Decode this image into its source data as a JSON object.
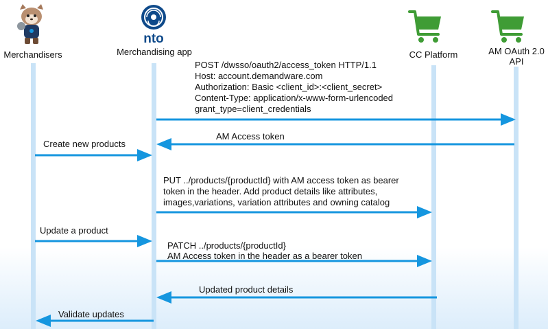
{
  "colors": {
    "lifeline": "#c9e3f7",
    "arrow": "#1596df",
    "cart": "#3f9c35",
    "nto_blue": "#0f4a8a",
    "fade": "#e9f4fd"
  },
  "participants": [
    {
      "id": "merchandisers",
      "label": "Merchandisers",
      "icon": "astro-mascot-icon"
    },
    {
      "id": "app",
      "label": "Merchandising app",
      "logo_text": "nto",
      "icon": "nto-logo-icon"
    },
    {
      "id": "cc",
      "label": "CC Platform",
      "icon": "shopping-cart-icon"
    },
    {
      "id": "am",
      "label_lines": [
        "AM OAuth 2.0",
        "API"
      ],
      "icon": "shopping-cart-icon"
    }
  ],
  "messages": [
    {
      "id": "token-request",
      "from": "app",
      "to": "am",
      "lines": [
        "POST /dwsso/oauth2/access_token HTTP/1.1",
        "Host: account.demandware.com",
        "Authorization: Basic <client_id>:<client_secret>",
        "Content-Type: application/x-www-form-urlencoded",
        "grant_type=client_credentials"
      ]
    },
    {
      "id": "token-response",
      "from": "am",
      "to": "app",
      "lines": [
        "AM Access token"
      ]
    },
    {
      "id": "create-products",
      "from": "merchandisers",
      "to": "app",
      "lines": [
        "Create new products"
      ]
    },
    {
      "id": "put-product",
      "from": "app",
      "to": "cc",
      "lines": [
        "PUT ../products/{productId} with AM access token as bearer",
        "token in the header. Add product details like attributes,",
        "images,variations, variation attributes and owning catalog"
      ]
    },
    {
      "id": "update-product",
      "from": "merchandisers",
      "to": "app",
      "lines": [
        "Update a product"
      ]
    },
    {
      "id": "patch-product",
      "from": "app",
      "to": "cc",
      "lines": [
        "PATCH ../products/{productId}",
        "AM Access token in the header as a bearer token"
      ]
    },
    {
      "id": "updated-details",
      "from": "cc",
      "to": "app",
      "lines": [
        "Updated product details"
      ]
    },
    {
      "id": "validate-updates",
      "from": "app",
      "to": "merchandisers",
      "lines": [
        "Validate updates"
      ]
    }
  ]
}
